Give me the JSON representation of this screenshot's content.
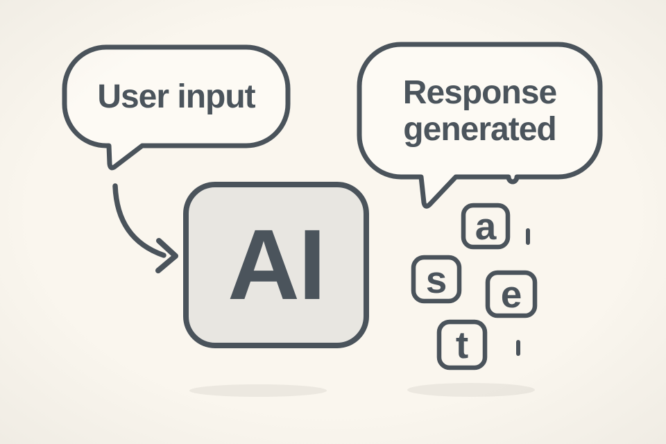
{
  "illustration": {
    "user_bubble": {
      "label": "User input"
    },
    "response_bubble": {
      "line1": "Response",
      "line2": "generated"
    },
    "ai_box": {
      "label": "AI"
    },
    "letter_tiles": [
      {
        "letter": "a"
      },
      {
        "letter": "s"
      },
      {
        "letter": "e"
      },
      {
        "letter": "t"
      }
    ],
    "icons": [
      "speech-bubble-icon",
      "curved-arrow-icon",
      "ai-chip-icon",
      "letter-tile-icon",
      "falling-dash-icon"
    ],
    "colors": {
      "background": "#faf6ee",
      "outline": "#4a535b",
      "text": "#4b545c",
      "ai_box_fill": "#e8e6e1",
      "bubble_fill": "#fdfaf4",
      "shadow": "#ece8e0"
    }
  }
}
